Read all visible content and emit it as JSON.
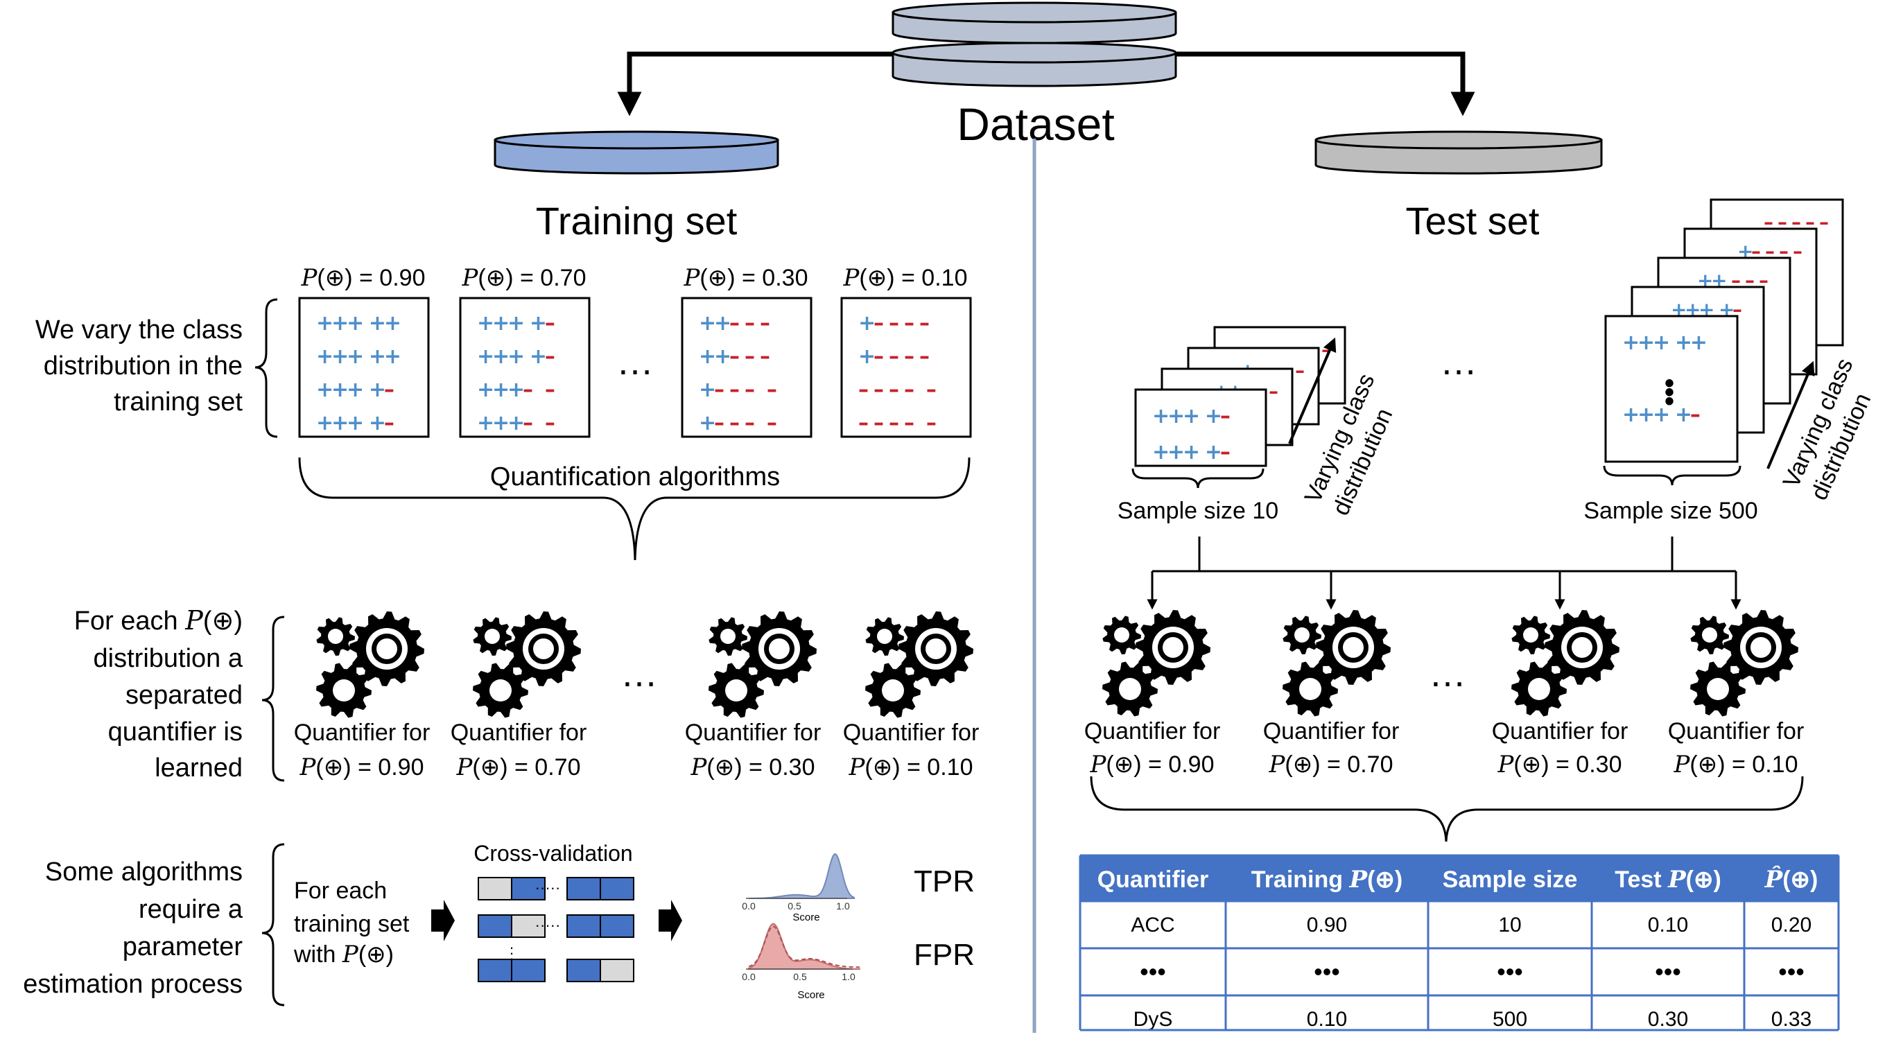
{
  "dataset": {
    "label": "Dataset"
  },
  "training": {
    "title": "Training set",
    "vary_text": [
      "We vary the class",
      "distribution in the",
      "training set"
    ],
    "boxes": [
      {
        "prob": "= 0.90",
        "rows": [
          "+++ ++",
          "+++ ++",
          "+++ +–",
          "+++ +–"
        ]
      },
      {
        "prob": "= 0.70",
        "rows": [
          "+++ +–",
          "+++ +–",
          "+++– –",
          "+++– –"
        ]
      },
      {
        "prob": "= 0.30",
        "rows": [
          "++–––",
          "++–––",
          "+––– –",
          "+––– –"
        ]
      },
      {
        "prob": "= 0.10",
        "rows": [
          "+––––",
          "+––––",
          "–––– –",
          "–––– –"
        ]
      }
    ],
    "ellipsis": "…",
    "algorithms_label": "Quantification algorithms",
    "for_each_text": [
      "For each",
      "distribution a",
      "separated",
      "quantifier is",
      "learned"
    ],
    "quantifier_prefix": "Quantifier for",
    "quantifiers": [
      "= 0.90",
      "= 0.70",
      "= 0.30",
      "= 0.10"
    ],
    "param_text": [
      "Some algorithms",
      "require a",
      "parameter",
      "estimation process"
    ],
    "for_each_set": [
      "For each",
      "training set",
      "with"
    ],
    "cv_label": "Cross-validation",
    "tpr": "TPR",
    "fpr": "FPR",
    "score_label": "Score",
    "ticks": [
      "0.0",
      "0.5",
      "1.0"
    ]
  },
  "test": {
    "title": "Test set",
    "sample_small": "Sample size 10",
    "sample_large": "Sample size 500",
    "varying": [
      "Varying class",
      "distribution"
    ],
    "ellipsis": "…",
    "quantifier_prefix": "Quantifier for",
    "quantifiers": [
      "= 0.90",
      "= 0.70",
      "= 0.30",
      "= 0.10"
    ]
  },
  "table": {
    "headers": [
      "Quantifier",
      "Training",
      "Sample size",
      "Test",
      ""
    ],
    "rows": [
      [
        "ACC",
        "0.90",
        "10",
        "0.10",
        "0.20"
      ],
      [
        "•••",
        "•••",
        "•••",
        "•••",
        "•••"
      ],
      [
        "DyS",
        "0.10",
        "500",
        "0.30",
        "0.33"
      ]
    ]
  },
  "colors": {
    "train_disk": "#8fa9d9",
    "test_disk": "#bdbdbd",
    "dataset_disk": "#b8c2d2",
    "table_header": "#4472c4",
    "plus": "#4f8fc9",
    "minus": "#c8202a",
    "cv_blue": "#4472c4",
    "cv_gray": "#d9d9d9",
    "tpr_fill": "#9fb3d9",
    "fpr_fill": "#e8a9a9"
  }
}
